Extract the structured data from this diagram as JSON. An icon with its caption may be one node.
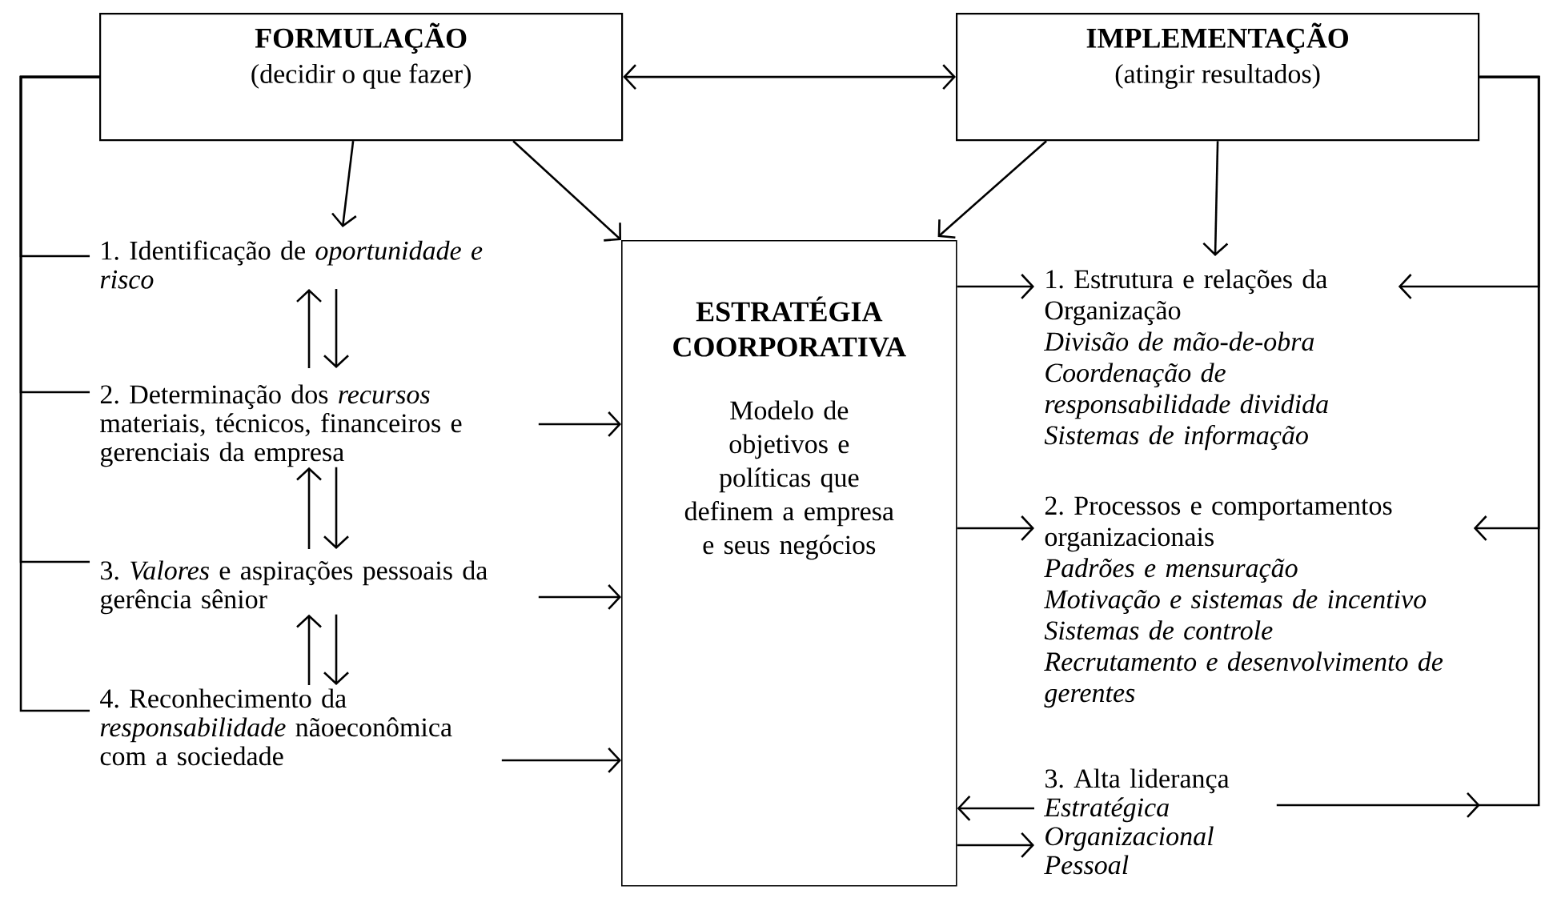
{
  "diagram": {
    "nodes": [
      {
        "text": [
          "FORMULAÇÃO",
          "(decidir o que fazer)"
        ]
      },
      {
        "text": [
          "IMPLEMENTAÇÃO",
          "(atingir resultados)"
        ]
      },
      {
        "text": [
          "1. Identificação de *oportunidade e risco*"
        ]
      },
      {
        "text": [
          "2. Determinação dos *recursos* materiais, técnicos, financeiros e gerenciais da empresa"
        ]
      },
      {
        "text": [
          "3. *Valores* e aspirações pessoais da gerência sênior"
        ]
      },
      {
        "text": [
          "4. Reconhecimento da *responsabilidade* nãoeconômica com a sociedade"
        ]
      },
      {
        "text": [
          "ESTRATÉGIA COORPORATIVA",
          "Modelo de objetivos e políticas que definem a empresa e seus negócios"
        ]
      },
      {
        "text": [
          "1. Estrutura e relações da Organização",
          "Divisão de mão-de-obra",
          "Coordenação de responsabilidade dividida",
          "Sistemas de informação"
        ]
      },
      {
        "text": [
          "2. Processos e comportamentos organizacionais",
          "Padrões e mensuração",
          "Motivação e sistemas de incentivo",
          "Sistemas de controle",
          "Recrutamento e desenvolvimento de gerentes"
        ]
      },
      {
        "text": [
          "3. Alta liderança",
          "Estratégica",
          "Organizacional",
          "Pessoal"
        ]
      }
    ],
    "edges": [
      {
        "from": 0,
        "to": 1,
        "arrow": "both"
      },
      {
        "from": 0,
        "to": 2,
        "arrow": "to"
      },
      {
        "from": 0,
        "to": 6,
        "arrow": "to"
      },
      {
        "from": 1,
        "to": 6,
        "arrow": "to"
      },
      {
        "from": 1,
        "to": 7,
        "arrow": "to"
      },
      {
        "from": 0,
        "to": 2,
        "arrow": "none"
      },
      {
        "from": 0,
        "to": 3,
        "arrow": "none"
      },
      {
        "from": 0,
        "to": 4,
        "arrow": "none"
      },
      {
        "from": 0,
        "to": 5,
        "arrow": "none"
      },
      {
        "from": 2,
        "to": 3,
        "arrow": "to"
      },
      {
        "from": 3,
        "to": 2,
        "arrow": "to"
      },
      {
        "from": 3,
        "to": 4,
        "arrow": "to"
      },
      {
        "from": 4,
        "to": 3,
        "arrow": "to"
      },
      {
        "from": 4,
        "to": 5,
        "arrow": "to"
      },
      {
        "from": 5,
        "to": 4,
        "arrow": "to"
      },
      {
        "from": 3,
        "to": 6,
        "arrow": "to"
      },
      {
        "from": 4,
        "to": 6,
        "arrow": "to"
      },
      {
        "from": 5,
        "to": 6,
        "arrow": "to"
      },
      {
        "from": 6,
        "to": 7,
        "arrow": "to"
      },
      {
        "from": 6,
        "to": 8,
        "arrow": "to"
      },
      {
        "from": 9,
        "to": 6,
        "arrow": "to"
      },
      {
        "from": 6,
        "to": 9,
        "arrow": "to"
      },
      {
        "from": 1,
        "to": 7,
        "arrow": "to"
      },
      {
        "from": 1,
        "to": 8,
        "arrow": "to"
      },
      {
        "from": 9,
        "to": 1,
        "arrow": "to"
      }
    ]
  }
}
